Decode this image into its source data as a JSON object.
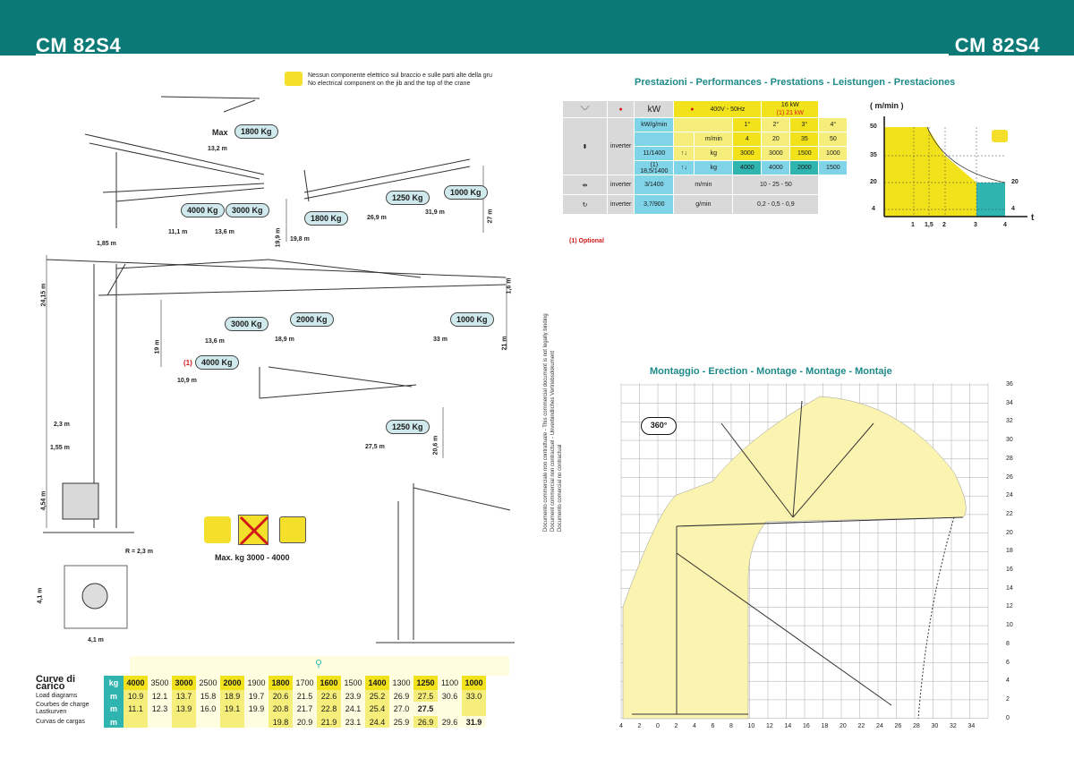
{
  "header": {
    "model_left": "CM 82S4",
    "model_right": "CM 82S4",
    "bg_color": "#0b7a77"
  },
  "note": {
    "icon": "pointing-hand-icon",
    "line1": "Nessun componente elettrico sul braccio e sulle parti alte della gru",
    "line2": "No electrical component on the jib and the top of the crane"
  },
  "diagrams": {
    "max_label": "Max",
    "top_max_load": "1800 Kg",
    "dim_13_2": "13,2 m",
    "load_4000": "4000 Kg",
    "load_3000_a": "3000 Kg",
    "dim_11_1": "11,1 m",
    "dim_13_6_a": "13,6 m",
    "dim_19_9": "19,9 m",
    "load_1250_a": "1250 Kg",
    "load_1000_a": "1000 Kg",
    "load_1800": "1800 Kg",
    "dim_19_8": "19,8 m",
    "dim_26_9": "26,9 m",
    "dim_31_9": "31,9 m",
    "dim_27": "27 m",
    "dim_1_85": "1,85 m",
    "dim_24_15": "24,15 m",
    "dim_1_6": "1,6 m",
    "load_3000_b": "3000 Kg",
    "load_2000": "2000 Kg",
    "load_1000_b": "1000 Kg",
    "dim_19": "19 m",
    "dim_13_6_b": "13,6 m",
    "dim_18_9": "18,9 m",
    "dim_33": "33 m",
    "dim_21": "21 m",
    "optional_mark": "(1)",
    "load_4000_opt": "4000 Kg",
    "dim_10_9": "10,9 m",
    "load_1250_b": "1250 Kg",
    "dim_27_5": "27,5 m",
    "dim_20_6": "20,6 m",
    "dim_2_3": "2,3 m",
    "dim_1_55": "1,55 m",
    "dim_4_54": "4,54 m",
    "radius": "R = 2,3 m",
    "dim_4_1_v": "4,1 m",
    "dim_4_1_h": "4,1 m",
    "max_kg": "Max. kg 3000 - 4000"
  },
  "performance": {
    "title": "Prestazioni - Performances - Prestations - Leistungen - Prestaciones",
    "kw": "kW",
    "supply": "400V - 50Hz",
    "power_16": "16 kW",
    "power_21": "(1) 21 kW",
    "unit_kw_g_min": "kW/g/min",
    "gears": [
      "1°",
      "2°",
      "3°",
      "4°"
    ],
    "hoist_inverter": "inverter",
    "hoist_motor_1": "11/1400",
    "hoist_motor_2": "(1) 18,5/1400",
    "m_min": "m/min",
    "speeds": [
      "4",
      "20",
      "35",
      "50"
    ],
    "kg": "kg",
    "kg_row1": [
      "3000",
      "3000",
      "1500",
      "1000"
    ],
    "kg_row2": [
      "4000",
      "4000",
      "2000",
      "1500"
    ],
    "trolley_inverter": "inverter",
    "trolley_motor": "3/1400",
    "trolley_unit": "m/min",
    "trolley_speeds": "10 - 25 - 50",
    "slew_inverter": "inverter",
    "slew_motor": "3,7/900",
    "slew_unit": "g/min",
    "slew_speeds": "0,2 - 0,5 - 0,9",
    "optional_note": "(1) Optional",
    "colors": {
      "yellow": "#f2e21c",
      "teal": "#2fb4b0",
      "blue": "#7fd4e8",
      "grey": "#d9d9d9"
    }
  },
  "speed_chart": {
    "ylabel": "( m/min )",
    "xlabel": "t",
    "y_ticks": [
      "50",
      "35",
      "20",
      "4"
    ],
    "x_ticks": [
      "1",
      "1,5",
      "2",
      "3",
      "4"
    ],
    "right_labels": [
      "20",
      "4"
    ]
  },
  "erection": {
    "title": "Montaggio  -  Erection  -  Montage  -  Montage  -  Montaje",
    "rotation": "360°",
    "x_ticks": [
      "4",
      "2",
      "0",
      "2",
      "4",
      "6",
      "8",
      "10",
      "12",
      "14",
      "16",
      "18",
      "20",
      "22",
      "24",
      "26",
      "28",
      "30",
      "32",
      "34"
    ],
    "y_ticks": [
      "36",
      "34",
      "32",
      "30",
      "28",
      "26",
      "24",
      "22",
      "20",
      "18",
      "16",
      "14",
      "12",
      "10",
      "8",
      "6",
      "4",
      "2",
      "0"
    ],
    "disclaimer": [
      "Documento commerciale non contrattuale - This commercial document is not legally binding",
      "Document commercial non contractuel - Unverbindliches Vertriebsdokument",
      "Documento comercial no contractual"
    ]
  },
  "load_curve": {
    "title": "Curve di carico",
    "subtitles": [
      "Load diagrams",
      "Courbes de charge",
      "Lastkurven",
      "Curvas de cargas"
    ],
    "kg_unit": "kg",
    "m_unit": "m",
    "kg_values": [
      "4000",
      "3500",
      "3000",
      "2500",
      "2000",
      "1900",
      "1800",
      "1700",
      "1600",
      "1500",
      "1400",
      "1300",
      "1250",
      "1100",
      "1000"
    ],
    "row1": [
      "10.9",
      "12.1",
      "13.7",
      "15.8",
      "18.9",
      "19.7",
      "20.6",
      "21.5",
      "22.6",
      "23.9",
      "25.2",
      "26.9",
      "27.5",
      "30.6",
      "33.0"
    ],
    "row2": [
      "11.1",
      "12.3",
      "13.9",
      "16.0",
      "19.1",
      "19.9",
      "20.8",
      "21.7",
      "22.8",
      "24.1",
      "25.4",
      "27.0",
      "27.5",
      "",
      ""
    ],
    "row3": [
      "",
      "",
      "",
      "",
      "",
      "",
      "19.8",
      "20.9",
      "21.9",
      "23.1",
      "24.4",
      "25.9",
      "26.9",
      "29.6",
      "31.9"
    ]
  }
}
